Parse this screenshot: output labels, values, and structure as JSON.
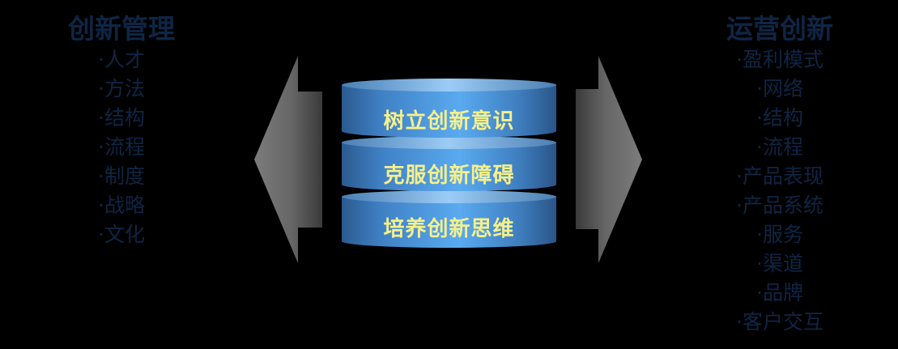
{
  "left_panel": {
    "title": "创新管理",
    "items": [
      "人才",
      "方法",
      "结构",
      "流程",
      "制度",
      "战略",
      "文化"
    ]
  },
  "right_panel": {
    "title": "运营创新",
    "items": [
      "盈利模式",
      "网络",
      "结构",
      "流程",
      "产品表现",
      "产品系统",
      "服务",
      "渠道",
      "品牌",
      "客户交互"
    ]
  },
  "center_stack": {
    "layers": [
      {
        "label": "树立创新意识"
      },
      {
        "label": "克服创新障碍"
      },
      {
        "label": "培养创新思维"
      }
    ]
  },
  "colors": {
    "background": "#000000",
    "panel_text": "#0f2544",
    "layer_text": "#f6f08a",
    "layer_light": "#5aaaf0",
    "layer_dark": "#2e5f96",
    "arrow_light": "#7a7a7a",
    "arrow_dark": "#3a3a3a"
  }
}
